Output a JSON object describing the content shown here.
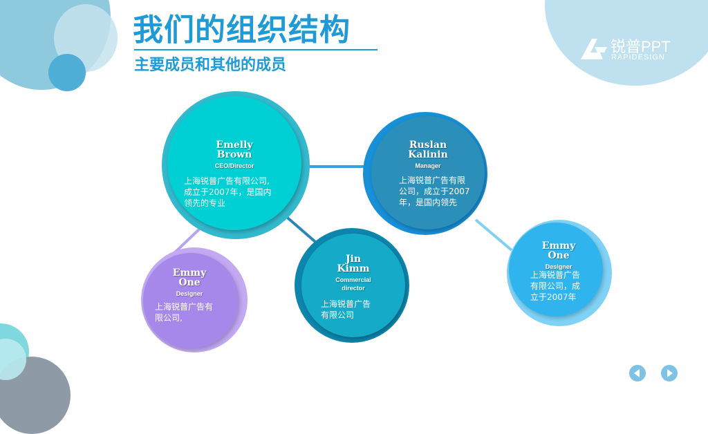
{
  "header": {
    "title": "我们的组织结构",
    "subtitle": "主要成员和其他的成员"
  },
  "logo": {
    "name": "锐普PPT",
    "tagline": "RAPIDESIGN"
  },
  "members": [
    {
      "name_line1": "Emelly",
      "name_line2": "Brown",
      "role": "CEO/Director",
      "description": "上海锐普广告有限公司,\n成立于2007年，是国内\n领先的专业",
      "color": "#2cc6d6"
    },
    {
      "name_line1": "Ruslan",
      "name_line2": "Kalinin",
      "role": "Manager",
      "description": "上海锐普广告有限\n公司，成立于2007\n年，是国内领先",
      "color": "#2e8fb8"
    },
    {
      "name_line1": "Jin",
      "name_line2": "Kimm",
      "role": "Commercial\ndirector",
      "description": "上海锐普广告\n有限公司",
      "color": "#1aa0c8"
    },
    {
      "name_line1": "Emmy",
      "name_line2": "One",
      "role": "Designer",
      "description": "上海锐普广告有\n限公司,",
      "color": "#a78be8"
    },
    {
      "name_line1": "Emmy",
      "name_line2": "One",
      "role": "Designer",
      "description": "上海锐普广告\n有限公司，成\n立于2007年",
      "color": "#32b6ee"
    }
  ],
  "navigation": {
    "prev_icon": "chevron-left-icon",
    "next_icon": "chevron-right-icon"
  },
  "colors": {
    "accent": "#1e9ad6",
    "teal": "#2cc6d6",
    "purple": "#a78be8",
    "sky": "#32b6ee",
    "steel": "#2e8fb8"
  }
}
